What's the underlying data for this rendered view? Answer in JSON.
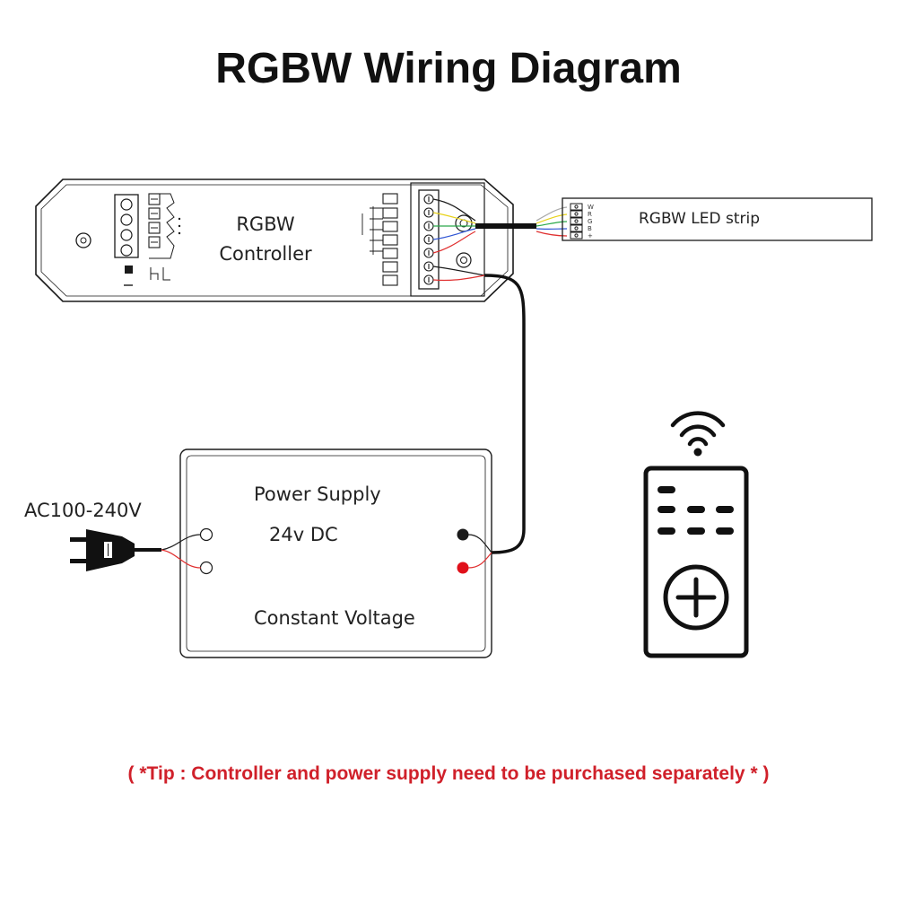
{
  "title": "RGBW Wiring Diagram",
  "controller": {
    "line1": "RGBW",
    "line2": "Controller"
  },
  "led_strip": {
    "label": "RGBW LED strip",
    "pins": [
      "W",
      "R",
      "G",
      "B",
      "+"
    ]
  },
  "power_supply": {
    "line1": "Power Supply",
    "line2": "24v DC",
    "line3": "Constant Voltage"
  },
  "ac_input": "AC100-240V",
  "tip": "( *Tip : Controller and power supply need to be purchased separately * )",
  "icons": {
    "plug": "power-plug-icon",
    "remote": "rf-remote-icon",
    "wifi": "wireless-signal-icon"
  },
  "colors": {
    "line": "#1a1a1a",
    "tip": "#d0202a",
    "red_wire": "#e03030",
    "green_wire": "#2aa84a",
    "blue_wire": "#2f55d4",
    "yellow_wire": "#e8d21a",
    "positive_terminal": "#e0101a"
  }
}
